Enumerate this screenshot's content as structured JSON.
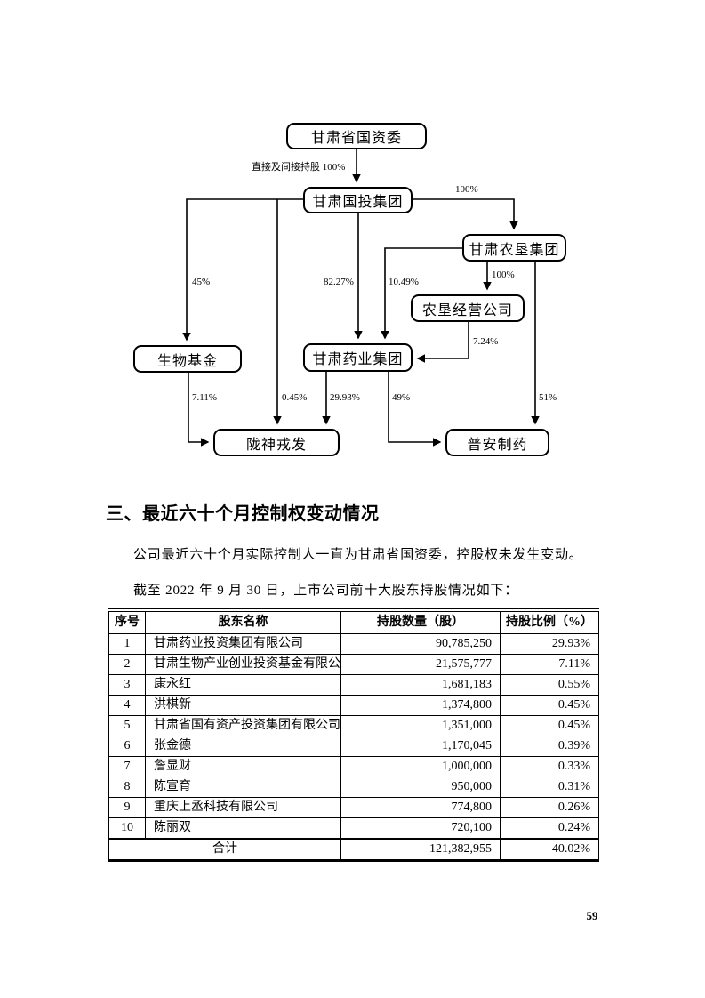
{
  "page": {
    "number": "59"
  },
  "diagram": {
    "nodes": [
      {
        "id": "sasac",
        "label": "甘肃省国资委"
      },
      {
        "id": "guotou",
        "label": "甘肃国投集团"
      },
      {
        "id": "nongken",
        "label": "甘肃农垦集团"
      },
      {
        "id": "jingying",
        "label": "农垦经营公司"
      },
      {
        "id": "shengwu",
        "label": "生物基金"
      },
      {
        "id": "yaoye",
        "label": "甘肃药业集团"
      },
      {
        "id": "longshen",
        "label": "陇神戎发"
      },
      {
        "id": "puan",
        "label": "普安制药"
      }
    ],
    "edges": {
      "sasac_guotou": "直接及间接持股 100%",
      "guotou_nongken": "100%",
      "guotou_shengwu": "45%",
      "guotou_yaoye": "82.27%",
      "nongken_yaoye": "10.49%",
      "nongken_jingying": "100%",
      "jingying_yaoye": "7.24%",
      "shengwu_longshen": "7.11%",
      "guotou_longshen": "0.45%",
      "yaoye_longshen": "29.93%",
      "yaoye_puan": "49%",
      "nongken_puan": "51%"
    },
    "line_color": "#000000"
  },
  "section": {
    "heading": "三、最近六十个月控制权变动情况",
    "para1": "公司最近六十个月实际控制人一直为甘肃省国资委，控股权未发生变动。",
    "para2": "截至 2022 年 9 月 30 日，上市公司前十大股东持股情况如下："
  },
  "table": {
    "headers": [
      "序号",
      "股东名称",
      "持股数量（股）",
      "持股比例（%）"
    ],
    "rows": [
      [
        "1",
        "甘肃药业投资集团有限公司",
        "90,785,250",
        "29.93%"
      ],
      [
        "2",
        "甘肃生物产业创业投资基金有限公司",
        "21,575,777",
        "7.11%"
      ],
      [
        "3",
        "康永红",
        "1,681,183",
        "0.55%"
      ],
      [
        "4",
        "洪棋新",
        "1,374,800",
        "0.45%"
      ],
      [
        "5",
        "甘肃省国有资产投资集团有限公司",
        "1,351,000",
        "0.45%"
      ],
      [
        "6",
        "张金德",
        "1,170,045",
        "0.39%"
      ],
      [
        "7",
        "詹显财",
        "1,000,000",
        "0.33%"
      ],
      [
        "8",
        "陈宣育",
        "950,000",
        "0.31%"
      ],
      [
        "9",
        "重庆上丞科技有限公司",
        "774,800",
        "0.26%"
      ],
      [
        "10",
        "陈丽双",
        "720,100",
        "0.24%"
      ]
    ],
    "total": {
      "label": "合计",
      "shares": "121,382,955",
      "ratio": "40.02%"
    }
  }
}
